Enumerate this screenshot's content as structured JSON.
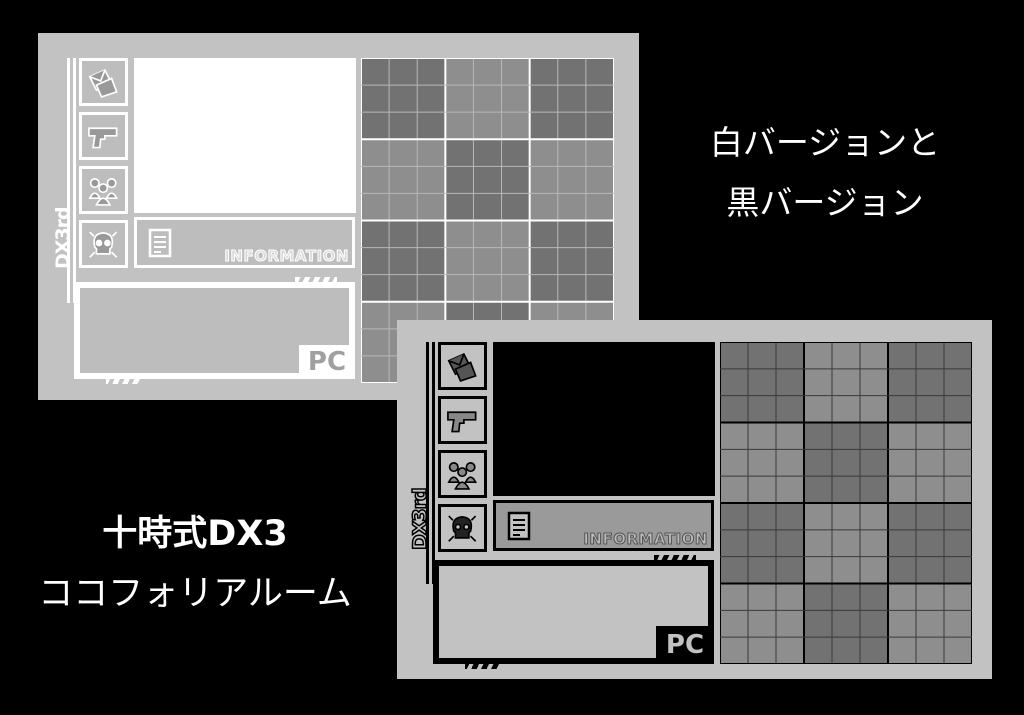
{
  "captions": {
    "right_line1": "白バージョンと",
    "right_line2": "黒バージョン",
    "left_line1": "十時式DX3",
    "left_line2": "ココフォリアルーム"
  },
  "panel": {
    "edition_label": "DX3rd",
    "info_label": "INFORMATION",
    "pc_label": "PC"
  },
  "icons": [
    "mail-icon",
    "pistol-icon",
    "people-icon",
    "skull-icon",
    "document-icon"
  ],
  "colors": {
    "background": "#000000",
    "panel": "#c2c2c2",
    "white_version_accent": "#ffffff",
    "black_version_accent": "#000000",
    "grid_cell_light": "#8e8e8e",
    "grid_cell_dark": "#727272"
  }
}
